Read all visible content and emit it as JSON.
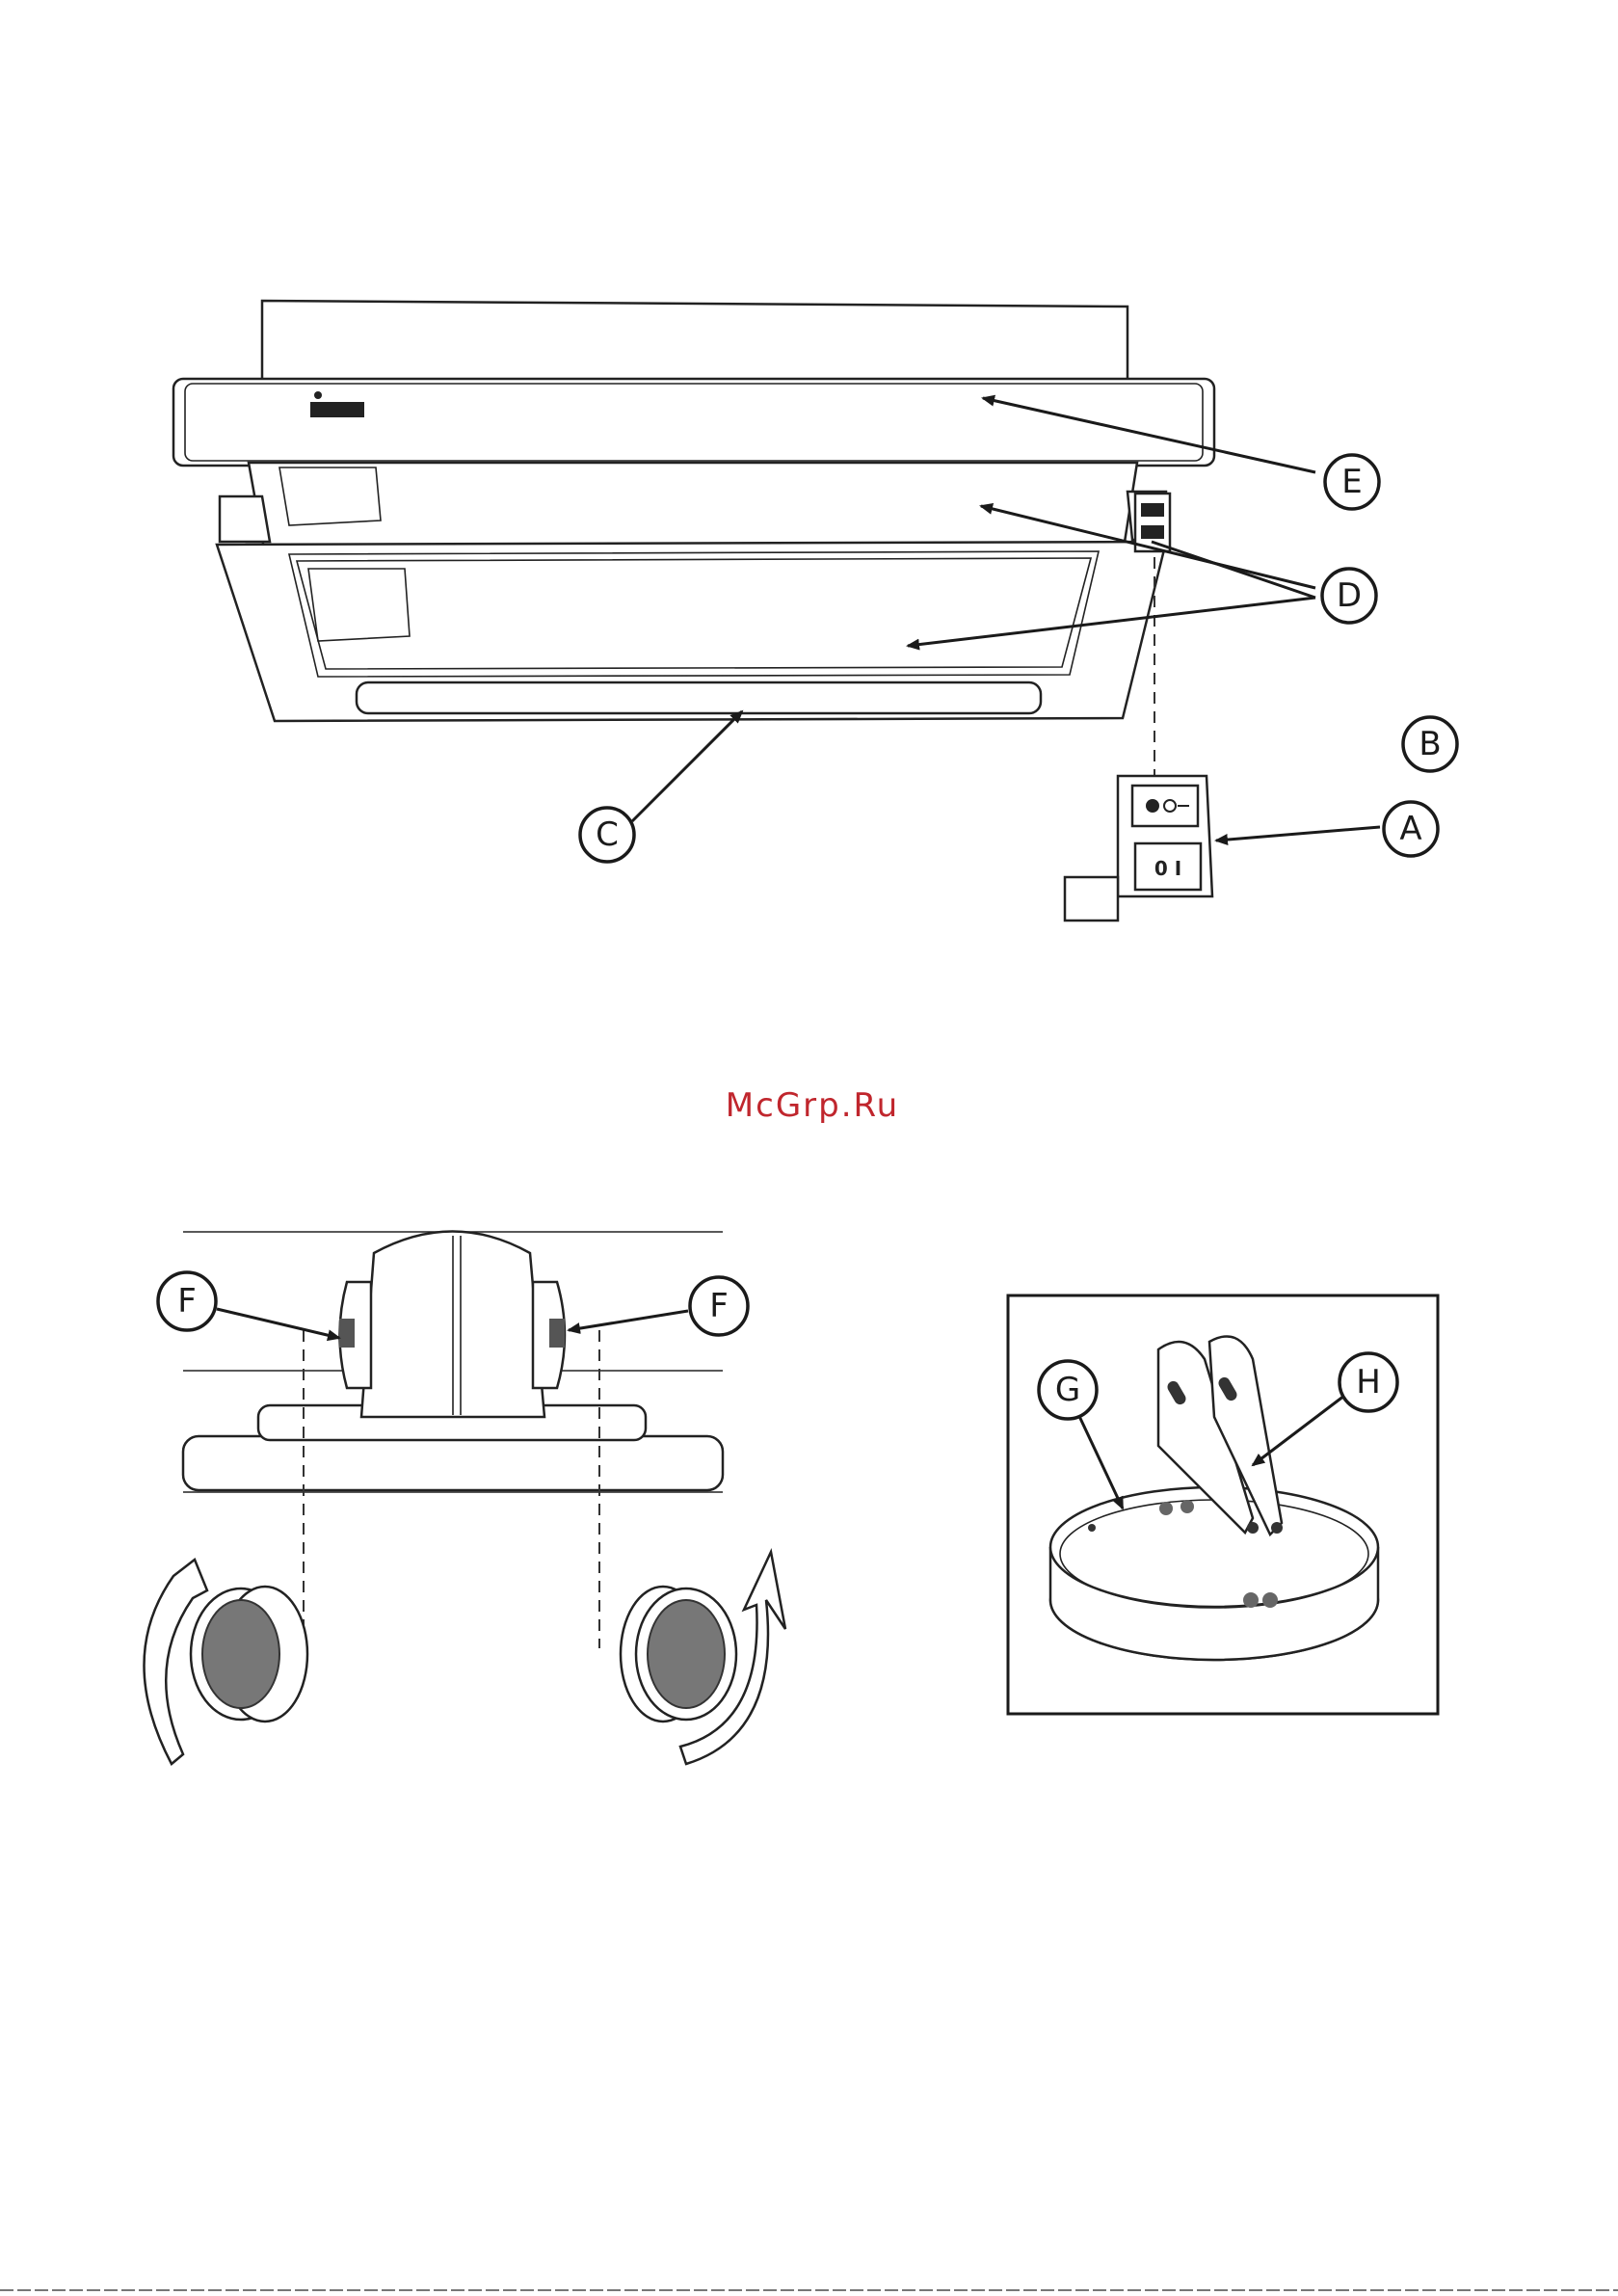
{
  "watermark": "McGrp.Ru",
  "diagram_top": {
    "callouts": [
      {
        "id": "label-E",
        "letter": "E"
      },
      {
        "id": "label-D",
        "letter": "D"
      },
      {
        "id": "label-B",
        "letter": "B"
      },
      {
        "id": "label-A",
        "letter": "A"
      },
      {
        "id": "label-C",
        "letter": "C"
      }
    ],
    "switch_panel": {
      "lower_symbols": "0 I"
    }
  },
  "diagram_bottom_left": {
    "callouts": [
      {
        "id": "label-F-left",
        "letter": "F"
      },
      {
        "id": "label-F-right",
        "letter": "F"
      }
    ]
  },
  "diagram_bottom_right": {
    "callouts": [
      {
        "id": "label-G",
        "letter": "G"
      },
      {
        "id": "label-H",
        "letter": "H"
      }
    ]
  },
  "icons": [
    "brand-logo-icon",
    "fan-motor-icon",
    "grease-filter-icon",
    "rotation-arrow-icon",
    "damper-flap-icon",
    "outlet-ring-icon"
  ]
}
